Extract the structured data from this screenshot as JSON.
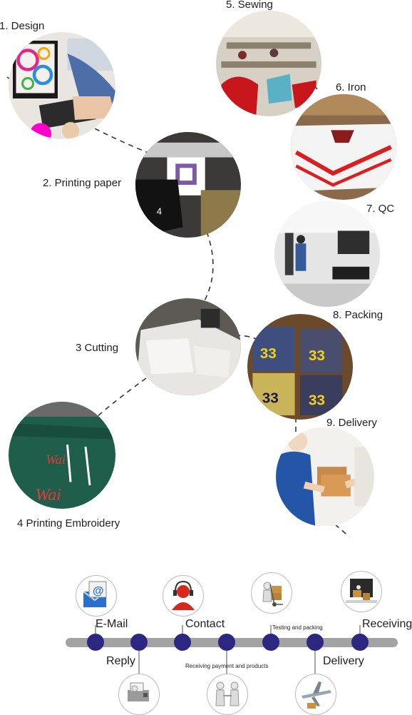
{
  "process_steps": [
    {
      "label": "1. Design"
    },
    {
      "label": "2. Printing paper"
    },
    {
      "label": "3 Cutting"
    },
    {
      "label": "4 Printing Embroidery"
    },
    {
      "label": "5. Sewing"
    },
    {
      "label": "6. Iron"
    },
    {
      "label": "7. QC"
    },
    {
      "label": "8. Packing"
    },
    {
      "label": "9. Delivery"
    }
  ],
  "order_flow": {
    "above": [
      {
        "label": "E-Mail",
        "icon": "email-icon"
      },
      {
        "label": "Contact",
        "icon": "headset-icon"
      },
      {
        "label": "Testing and packing",
        "icon": "hand-truck-icon"
      },
      {
        "label": "Receiving",
        "icon": "box-icon"
      }
    ],
    "below": [
      {
        "label": "Reply",
        "icon": "fax-icon"
      },
      {
        "label": "Receiving payment and products",
        "icon": "handshake-icon"
      },
      {
        "label": "Delivery",
        "icon": "airplane-icon"
      }
    ]
  },
  "colors": {
    "timeline_bar": "#a3a3a3",
    "timeline_node": "#2e2782",
    "dash_line": "#333333",
    "contact_red": "#d42a1d"
  }
}
